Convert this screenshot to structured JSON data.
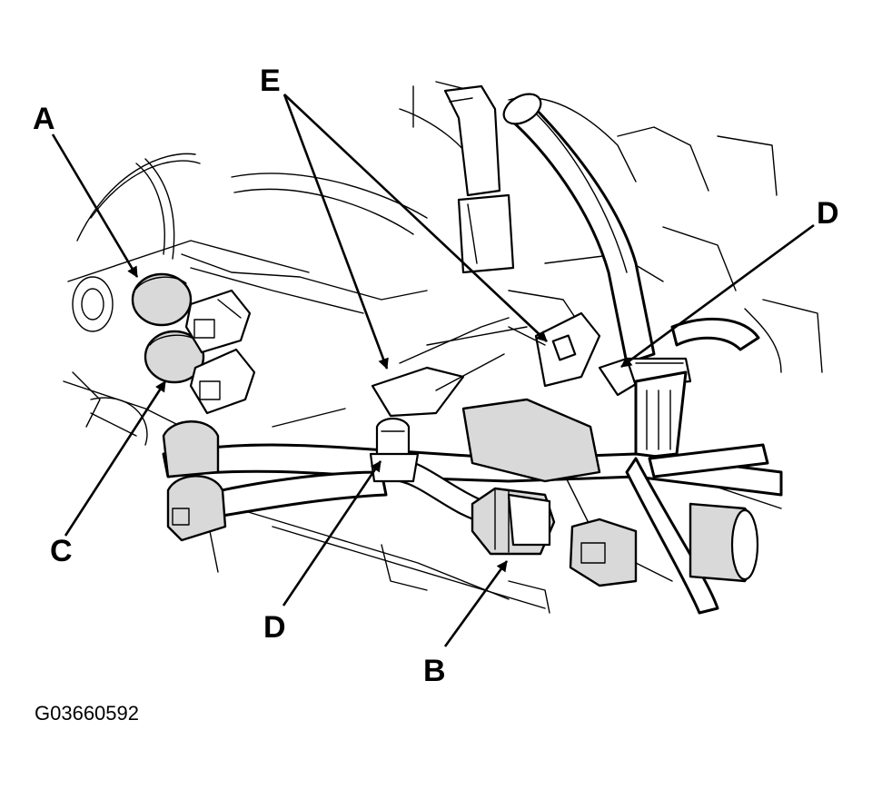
{
  "diagram": {
    "callouts": {
      "a": "A",
      "b": "B",
      "c": "C",
      "d_upper": "D",
      "d_lower": "D",
      "e": "E"
    },
    "figure_code": "G03660592"
  }
}
